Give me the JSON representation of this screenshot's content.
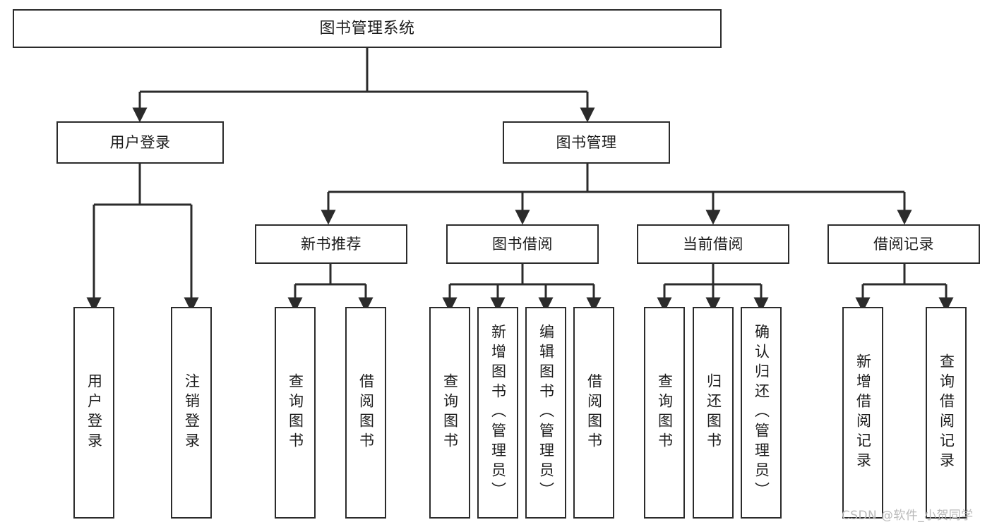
{
  "diagram": {
    "type": "hierarchy-tree",
    "title": "图书管理系统",
    "levels": 4,
    "root": {
      "id": "root",
      "label": "图书管理系统"
    },
    "level2": [
      {
        "id": "user-login",
        "label": "用户登录"
      },
      {
        "id": "book-manage",
        "label": "图书管理"
      }
    ],
    "level3": [
      {
        "id": "new-book-recommend",
        "label": "新书推荐",
        "parent": "book-manage"
      },
      {
        "id": "book-borrow",
        "label": "图书借阅",
        "parent": "book-manage"
      },
      {
        "id": "current-borrow",
        "label": "当前借阅",
        "parent": "book-manage"
      },
      {
        "id": "borrow-record",
        "label": "借阅记录",
        "parent": "book-manage"
      }
    ],
    "leaves": [
      {
        "id": "leaf-user-login",
        "label": "用户登录",
        "parent": "user-login"
      },
      {
        "id": "leaf-user-logout",
        "label": "注销登录",
        "parent": "user-login"
      },
      {
        "id": "leaf-query-book-1",
        "label": "查询图书",
        "parent": "new-book-recommend"
      },
      {
        "id": "leaf-borrow-book-1",
        "label": "借阅图书",
        "parent": "new-book-recommend"
      },
      {
        "id": "leaf-query-book-2",
        "label": "查询图书",
        "parent": "book-borrow"
      },
      {
        "id": "leaf-add-book",
        "label": "新增图书（管理员）",
        "parent": "book-borrow"
      },
      {
        "id": "leaf-edit-book",
        "label": "编辑图书（管理员）",
        "parent": "book-borrow"
      },
      {
        "id": "leaf-borrow-book-2",
        "label": "借阅图书",
        "parent": "book-borrow"
      },
      {
        "id": "leaf-query-book-3",
        "label": "查询图书",
        "parent": "current-borrow"
      },
      {
        "id": "leaf-return-book",
        "label": "归还图书",
        "parent": "current-borrow"
      },
      {
        "id": "leaf-confirm-return",
        "label": "确认归还（管理员）",
        "parent": "current-borrow"
      },
      {
        "id": "leaf-add-record",
        "label": "新增借阅记录",
        "parent": "borrow-record"
      },
      {
        "id": "leaf-query-record",
        "label": "查询借阅记录",
        "parent": "borrow-record"
      }
    ]
  },
  "watermark": {
    "text": "CSDN @软件_小贺同学"
  },
  "colors": {
    "stroke": "#2b2b2b",
    "fill": "#ffffff",
    "text": "#1c1c1c",
    "watermark": "#b9b9b9"
  }
}
